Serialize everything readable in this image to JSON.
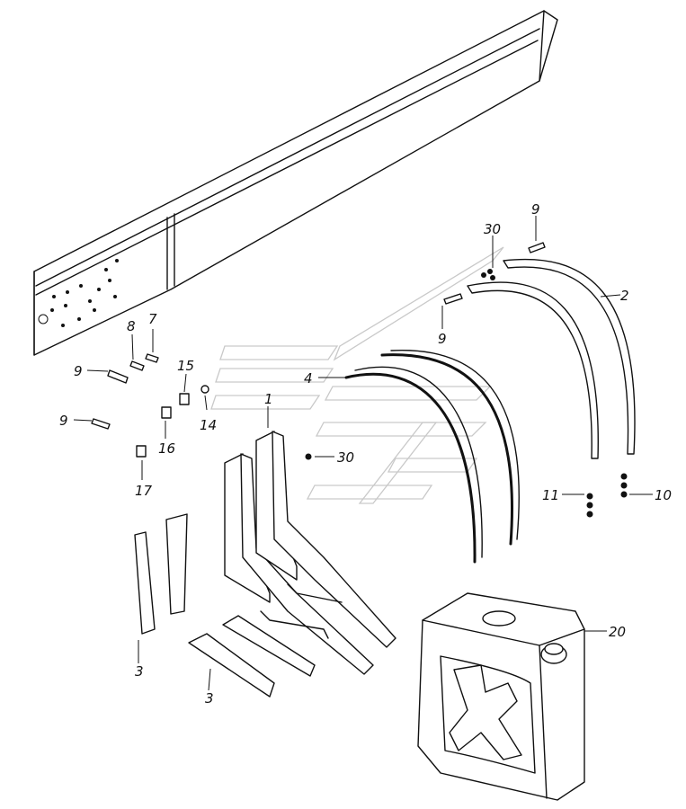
{
  "diagram": {
    "labels": {
      "l1": "1",
      "l2": "2",
      "l3a": "3",
      "l3b": "3",
      "l4": "4",
      "l7": "7",
      "l8": "8",
      "l9a": "9",
      "l9b": "9",
      "l9c": "9",
      "l9d": "9",
      "l10": "10",
      "l11": "11",
      "l14": "14",
      "l15": "15",
      "l16": "16",
      "l17": "17",
      "l20": "20",
      "l30a": "30",
      "l30b": "30"
    }
  }
}
